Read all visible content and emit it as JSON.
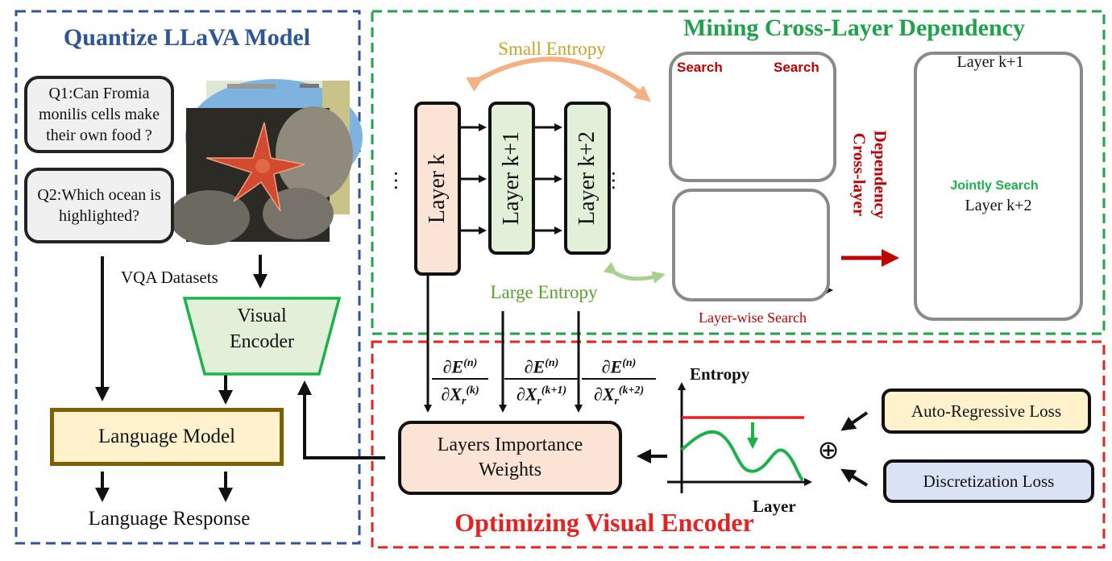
{
  "left_panel": {
    "title": "Quantize LLaVA Model",
    "q1": "Q1:Can Fromia monilis cells make their own food ?",
    "q2": "Q2:Which ocean is highlighted?",
    "datasets_label": "VQA Datasets",
    "visual_encoder": "Visual Encoder",
    "language_model": "Language Model",
    "language_response": "Language Response"
  },
  "top_right": {
    "title": "Mining Cross-Layer Dependency",
    "small_entropy": "Small Entropy",
    "large_entropy": "Large Entropy",
    "layers": [
      "Layer k",
      "Layer k+1",
      "Layer k+2"
    ],
    "ellipsis": "…",
    "search_left": "Search",
    "search_right": "Search",
    "layer_wise_search": "Layer-wise Search",
    "cross_layer_line1": "Cross-layer",
    "cross_layer_line2": "Dependency",
    "layer_k1_label": "Layer k+1",
    "jointly_search": "Jointly Search",
    "layer_k2_label": "Layer k+2"
  },
  "bottom_right": {
    "title": "Optimizing Visual Encoder",
    "gradients": [
      {
        "num": "∂E",
        "num_sup": "(n)",
        "den": "∂X",
        "den_sub": "r",
        "den_sup": "(k)"
      },
      {
        "num": "∂E",
        "num_sup": "(n)",
        "den": "∂X",
        "den_sub": "r",
        "den_sup": "(k+1)"
      },
      {
        "num": "∂E",
        "num_sup": "(n)",
        "den": "∂X",
        "den_sub": "r",
        "den_sup": "(k+2)"
      }
    ],
    "importance_weights": "Layers Importance Weights",
    "entropy_axis": "Entropy",
    "layer_axis": "Layer",
    "oplus": "⊕",
    "auto_regressive_loss": "Auto-Regressive Loss",
    "discretization_loss": "Discretization Loss"
  },
  "colors": {
    "blue_frame": "#2E5597",
    "green_frame": "#1FA34A",
    "red_frame": "#E8201F",
    "layer_k_fill": "#FBE3D6",
    "layer_green_fill": "#E2EFD9",
    "language_model_fill": "#FFF2CC",
    "language_model_border": "#7F6000",
    "importance_fill": "#FBE3D6",
    "ar_loss_fill": "#FFF2CC",
    "disc_loss_fill": "#DAE3F3",
    "curve_blue": "#2F5597",
    "curve_green": "#19B34A",
    "search_red": "#C00000",
    "arrow_orange": "#F4B183",
    "arrow_green": "#A9D18E"
  },
  "icons": {
    "starfish_photo": "starfish-photo",
    "map_photo": "map-photo",
    "cross_circle": "x-circle-icon",
    "check_circle": "check-circle-icon"
  }
}
